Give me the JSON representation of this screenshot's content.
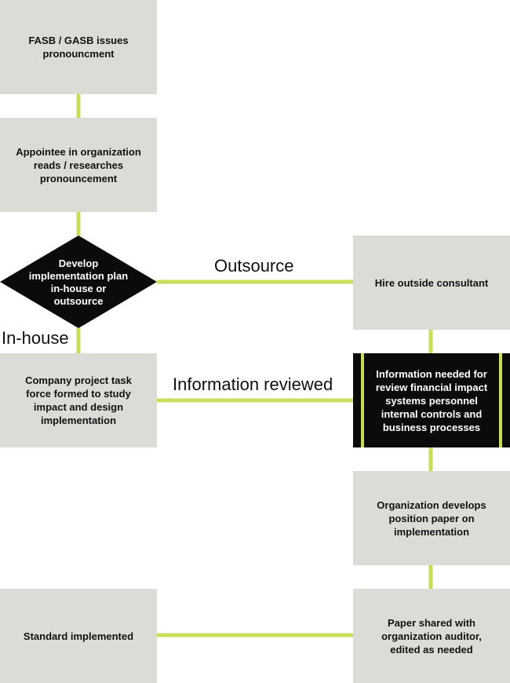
{
  "nodes": {
    "fasb": "FASB / GASB issues\npronouncment",
    "appointee": "Appointee in organization\nreads / researches\npronouncement",
    "decision": "Develop\nimplementation plan\nin-house or\noutsource",
    "consultant": "Hire outside consultant",
    "task_force": "Company project task\nforce formed to study\nimpact and design\nimplementation",
    "info_needed": "Information needed for\nreview financial impact\nsystems personnel\ninternal controls and\nbusiness processes",
    "position_paper": "Organization develops\nposition paper on\nimplementation",
    "standard": "Standard implemented",
    "paper_shared": "Paper shared with\norganization auditor,\nedited as needed"
  },
  "edge_labels": {
    "outsource": "Outsource",
    "in_house": "In-house",
    "info_reviewed": "Information reviewed"
  },
  "colors": {
    "box_fill": "#dcdcd7",
    "dark_fill": "#0b0b0b",
    "connector": "#c7de5a",
    "text_dark": "#111111",
    "text_light": "#ffffff"
  }
}
